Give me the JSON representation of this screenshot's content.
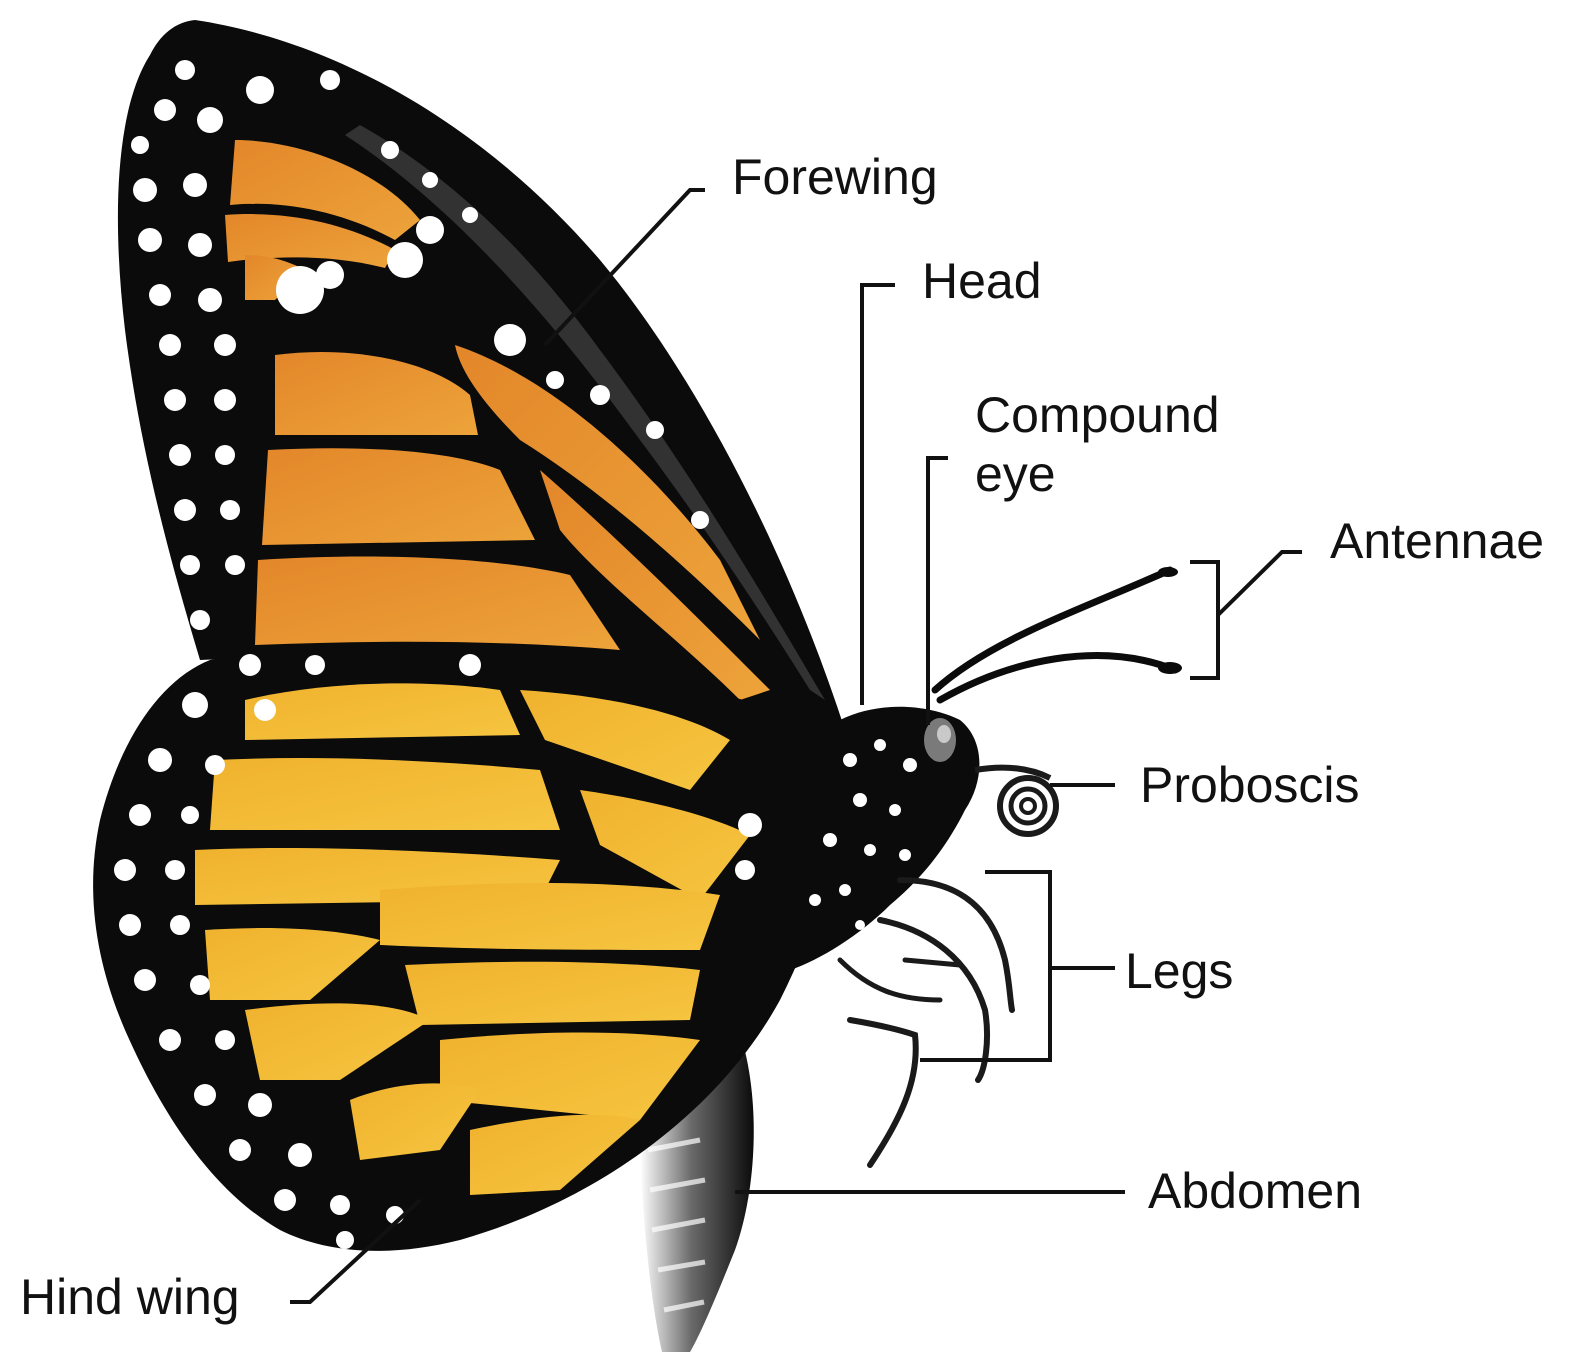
{
  "labels": {
    "forewing": "Forewing",
    "head": "Head",
    "compound_eye_line1": "Compound",
    "compound_eye_line2": "eye",
    "antennae": "Antennae",
    "proboscis": "Proboscis",
    "legs": "Legs",
    "abdomen": "Abdomen",
    "hind_wing": "Hind wing"
  },
  "colors": {
    "background": "#ffffff",
    "wing_black": "#0b0b0b",
    "forewing_orange": "#e08a2e",
    "hindwing_yellow": "#f2b733",
    "spot_white": "#ffffff",
    "leader_line": "#111111"
  }
}
